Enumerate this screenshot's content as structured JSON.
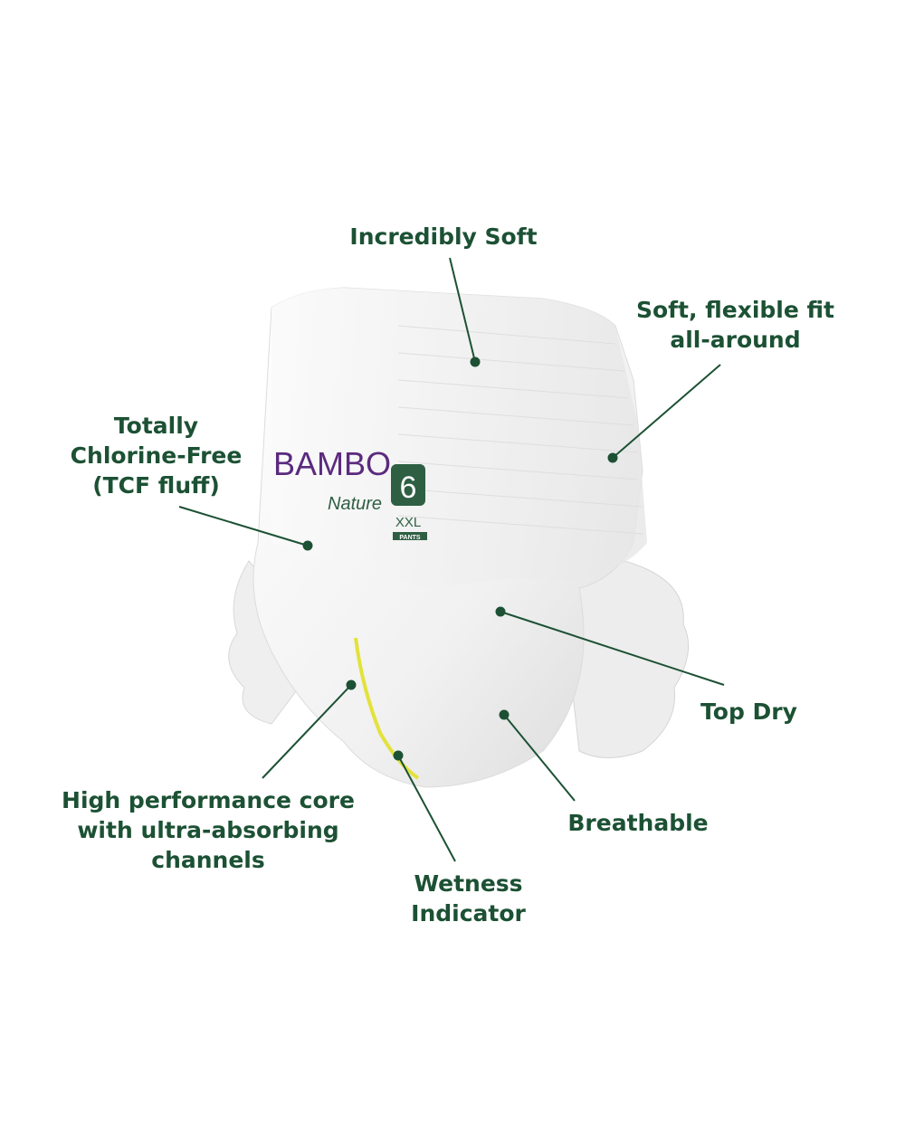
{
  "colors": {
    "text": "#1c5134",
    "line": "#1c5134",
    "brand_purple": "#5b2a7e",
    "size_badge": "#2e5f43",
    "wetness": "#e3e23a"
  },
  "product": {
    "brand": "BAMBO",
    "brand_sub": "Nature",
    "size_number": "6",
    "size_label": "XXL",
    "type_label": "PANTS"
  },
  "callouts": {
    "incredibly_soft": [
      "Incredibly Soft"
    ],
    "soft_fit": [
      "Soft, flexible fit",
      "all-around"
    ],
    "chlorine_free": [
      "Totally",
      "Chlorine-Free",
      "(TCF fluff)"
    ],
    "top_dry": [
      "Top Dry"
    ],
    "core": [
      "High performance core",
      "with ultra-absorbing",
      "channels"
    ],
    "breathable": [
      "Breathable"
    ],
    "wetness": [
      "Wetness",
      "Indicator"
    ]
  }
}
